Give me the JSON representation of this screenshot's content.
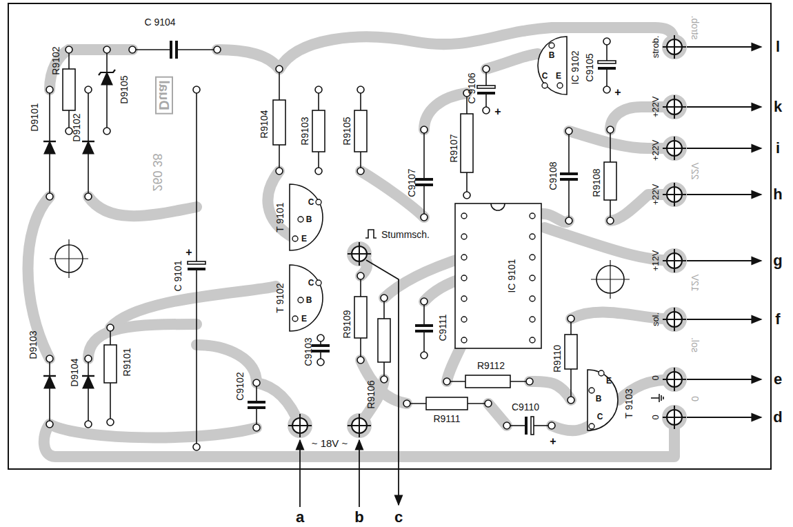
{
  "diagram": {
    "labels": [
      "R9102",
      "C 9104",
      "D9105",
      "D9101",
      "D9102",
      "R9104",
      "R9103",
      "R9105",
      "C 9106",
      "IC 9102",
      "B",
      "C",
      "E",
      "C9105",
      "R9107",
      "C9107",
      "C9108",
      "R9108",
      "T 9101",
      "C",
      "B",
      "E",
      "IC 9101",
      "C 9101",
      "+",
      "T 9102",
      "C",
      "B",
      "E",
      "C9103",
      "Stummsch.",
      "R9109",
      "R9106",
      "C9111",
      "R9112",
      "R9110",
      "R9111",
      "C9110",
      "+",
      "T 9103",
      "B",
      "E",
      "C",
      "D9103",
      "D9104",
      "R9101",
      "C9102",
      "~ 18V ~",
      "strob.",
      "+22V",
      "+22V",
      "+22V",
      "+12V",
      "sol.",
      "0",
      "0",
      "+",
      "+",
      "strob.",
      "22V",
      "12V",
      "sol.",
      "0",
      "Dual",
      "260 38",
      "l",
      "k",
      "i",
      "h",
      "g",
      "f",
      "e",
      "d",
      "a",
      "b",
      "c"
    ]
  }
}
